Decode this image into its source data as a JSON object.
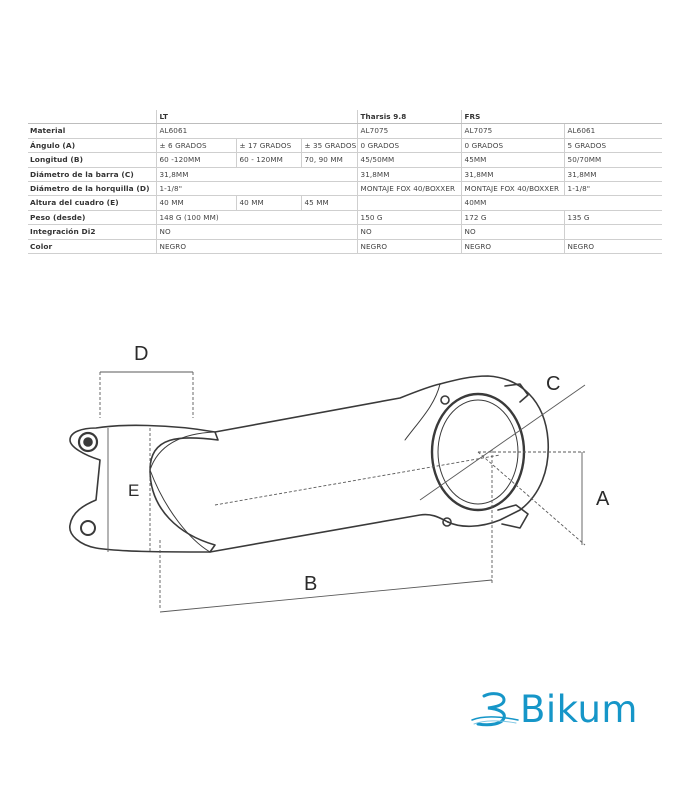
{
  "table": {
    "headers": {
      "blank": "",
      "lt": "LT",
      "tharsis": "Tharsis 9.8",
      "frs": "FRS"
    },
    "rows": [
      {
        "label": "Material",
        "cells": [
          "AL6061",
          "",
          "",
          "AL7075",
          "AL7075",
          "AL6061"
        ]
      },
      {
        "label": "Ángulo (A)",
        "cells": [
          "± 6 GRADOS",
          "± 17 GRADOS",
          "± 35 GRADOS",
          "0 GRADOS",
          "0 GRADOS",
          "5 GRADOS"
        ]
      },
      {
        "label": "Longitud (B)",
        "cells": [
          "60 -120MM",
          "60 - 120MM",
          "70, 90 MM",
          "45/50MM",
          "45MM",
          "50/70MM"
        ]
      },
      {
        "label": "Diámetro de la barra (C)",
        "cells": [
          "31,8MM",
          "",
          "",
          "31,8MM",
          "31,8MM",
          "31,8MM"
        ]
      },
      {
        "label": "Diámetro de la horquilla (D)",
        "cells": [
          "1-1/8\"",
          "",
          "",
          "MONTAJE FOX 40/BOXXER",
          "MONTAJE FOX 40/BOXXER",
          "1-1/8\""
        ]
      },
      {
        "label": "Altura del cuadro (E)",
        "cells": [
          "40 MM",
          "40 MM",
          "45 MM",
          "",
          "40MM",
          ""
        ]
      },
      {
        "label": "Peso (desde)",
        "cells": [
          "148 G (100 MM)",
          "",
          "",
          "150 G",
          "172 G",
          "135 G"
        ]
      },
      {
        "label": "Integración Di2",
        "cells": [
          "NO",
          "",
          "",
          "NO",
          "NO",
          ""
        ]
      },
      {
        "label": "Color",
        "cells": [
          "NEGRO",
          "",
          "",
          "NEGRO",
          "NEGRO",
          "NEGRO"
        ]
      }
    ]
  },
  "diagram": {
    "label_a": "A",
    "label_b": "B",
    "label_c": "C",
    "label_d": "D",
    "label_e": "E"
  },
  "logo": {
    "text": "Bikum",
    "color": "#1696c8",
    "mark_icon": "bikum-swoosh-icon"
  }
}
